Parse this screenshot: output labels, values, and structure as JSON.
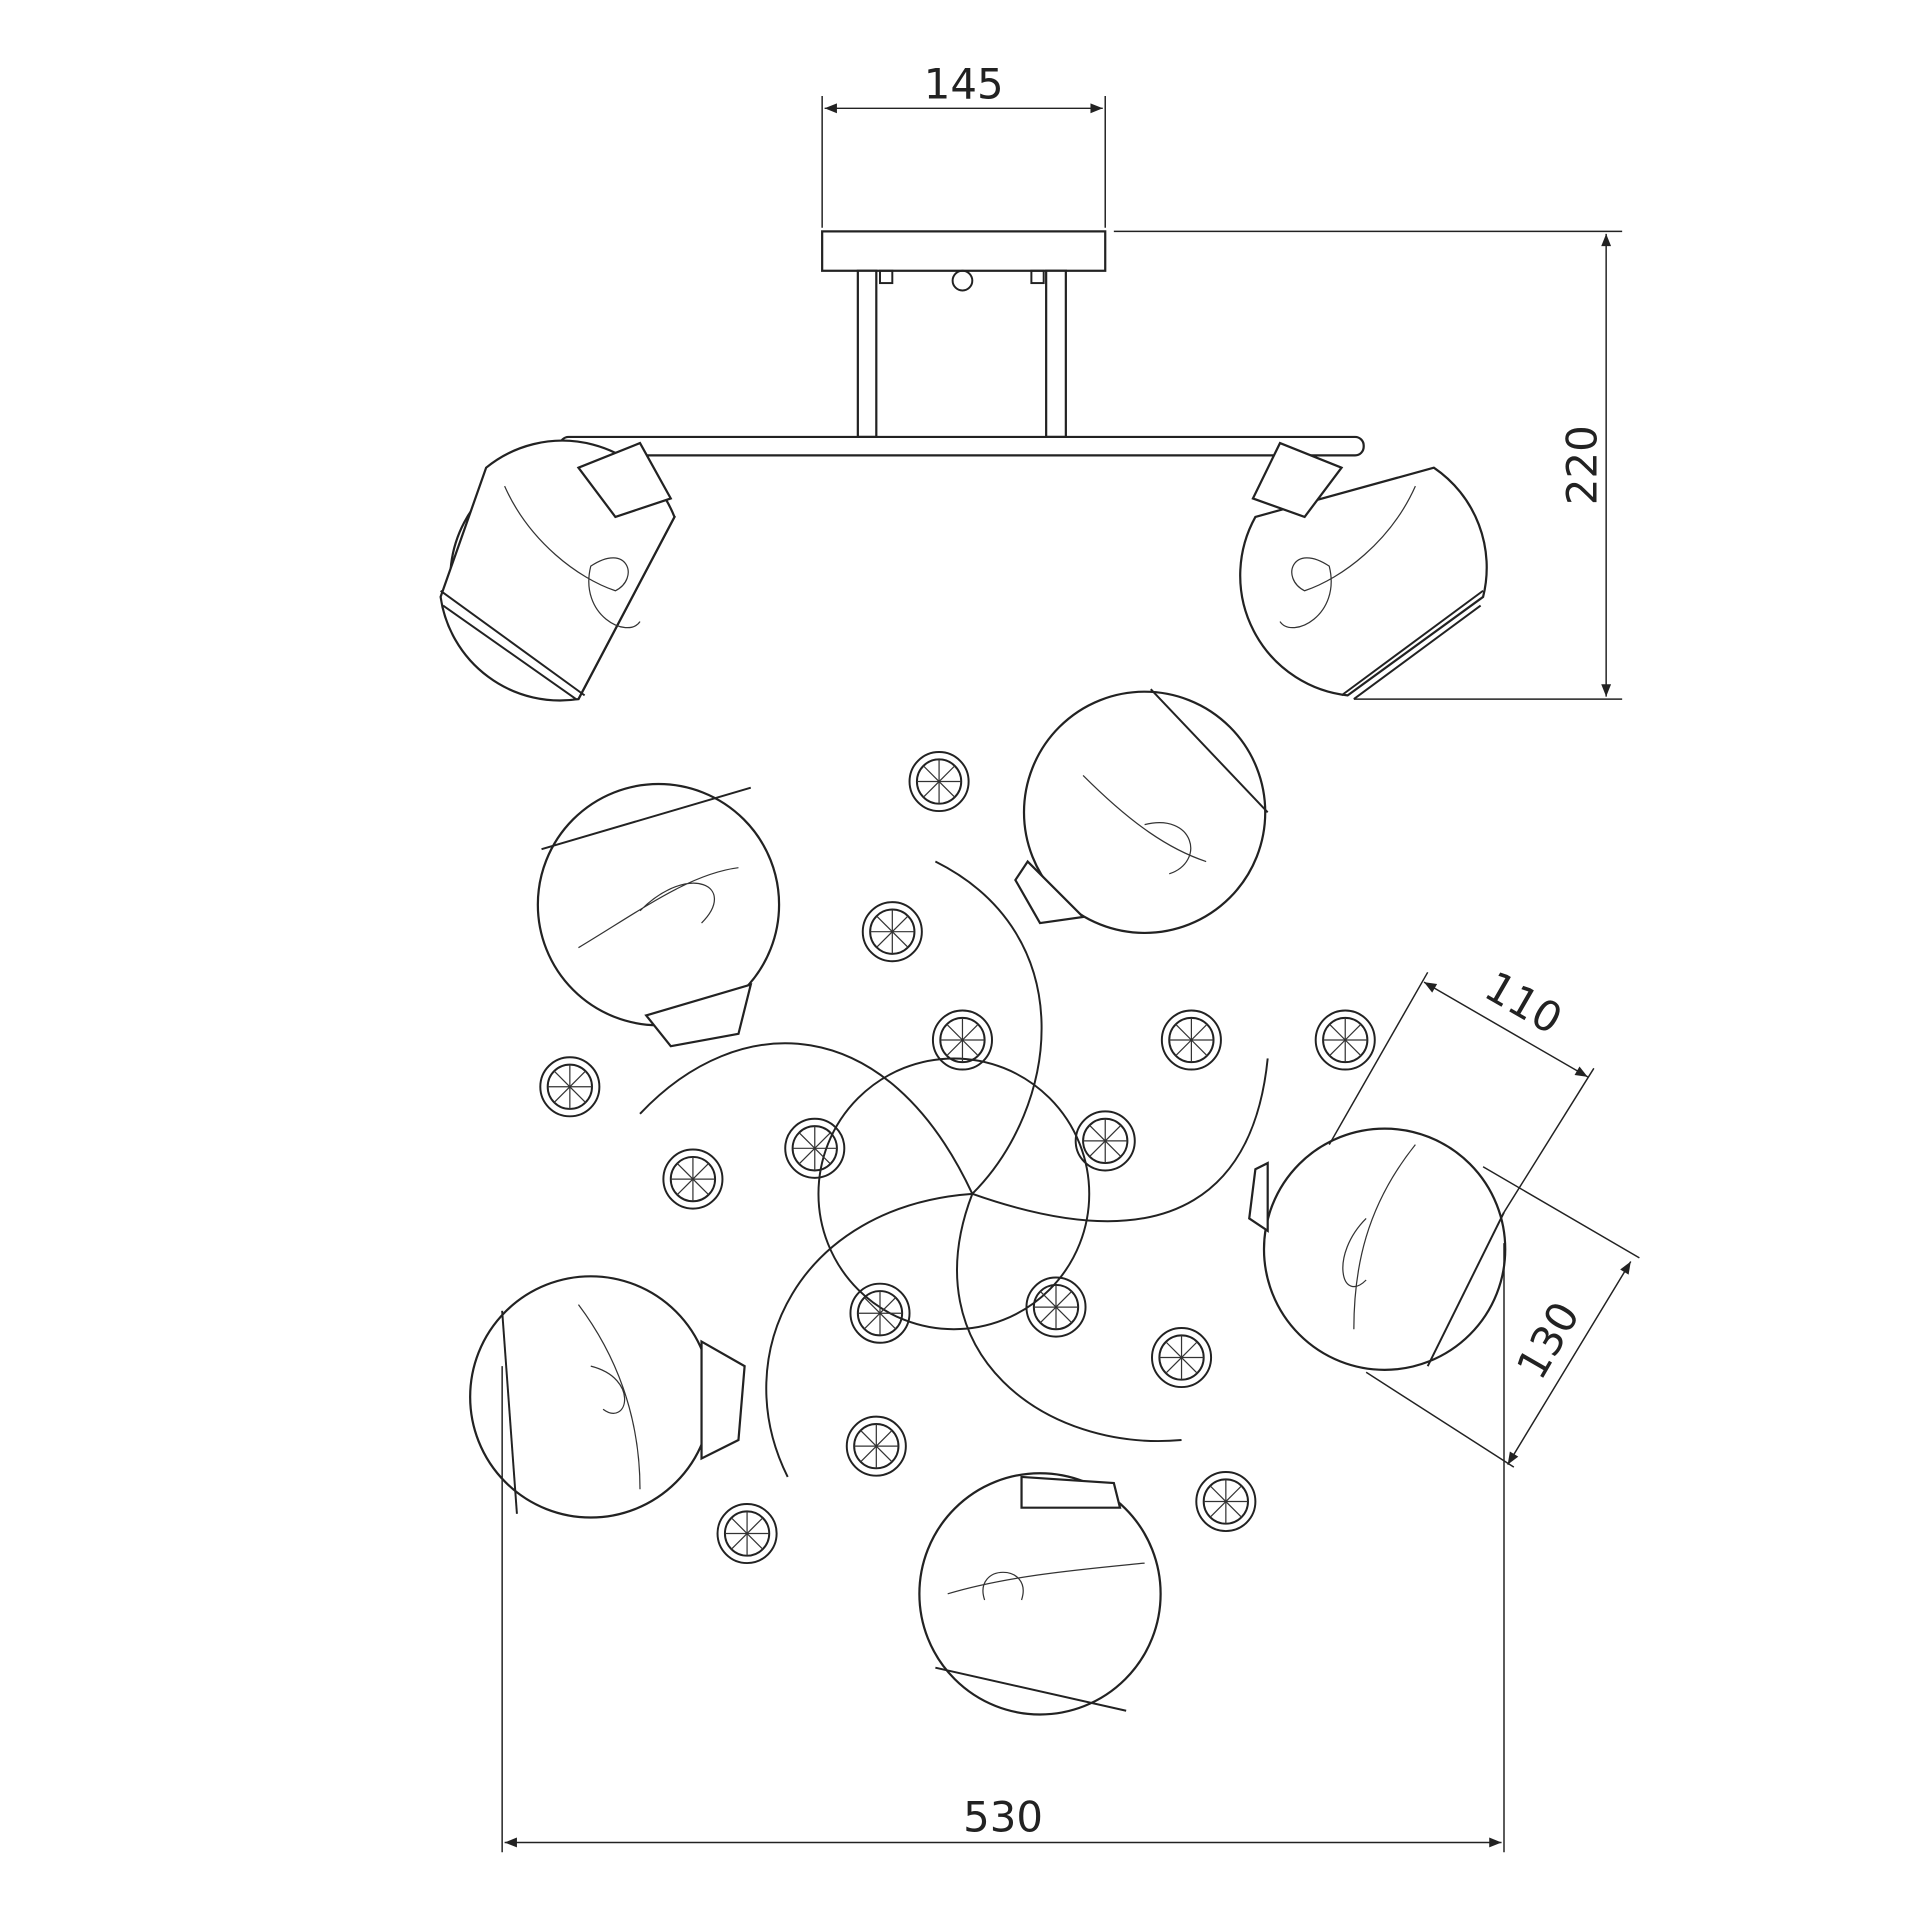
{
  "drawing": {
    "dimensions": {
      "canopy_width": "145",
      "height": "220",
      "shade_width": "110",
      "shade_height": "130",
      "total_width": "530"
    },
    "colors": {
      "line": "#222222",
      "background": "#ffffff"
    }
  }
}
